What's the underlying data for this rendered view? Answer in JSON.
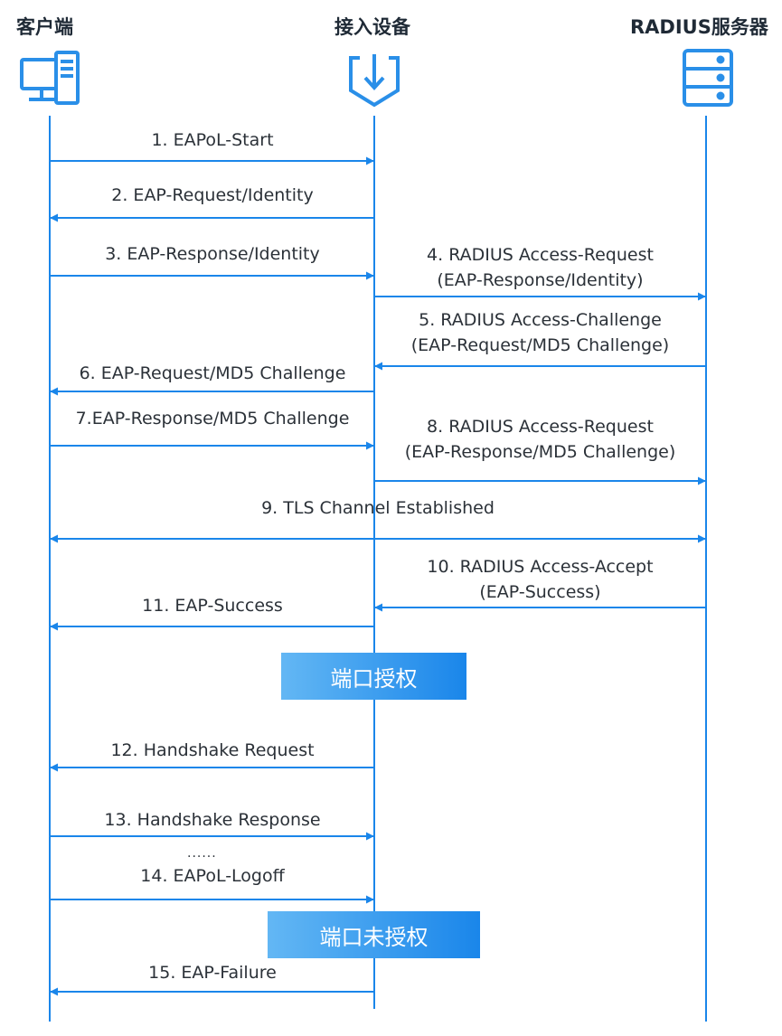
{
  "actors": {
    "client": {
      "label": "客户端",
      "icon": "computer-icon"
    },
    "access_device": {
      "label": "接入设备",
      "icon": "access-device-icon"
    },
    "radius_server": {
      "label": "RADIUS服务器",
      "icon": "server-icon"
    }
  },
  "messages": [
    {
      "id": "m1",
      "text": "1. EAPoL-Start"
    },
    {
      "id": "m2",
      "text": "2. EAP-Request/Identity"
    },
    {
      "id": "m3",
      "text": "3. EAP-Response/Identity"
    },
    {
      "id": "m4",
      "line1": "4. RADIUS Access-Request",
      "line2": "(EAP-Response/Identity)"
    },
    {
      "id": "m5",
      "line1": "5. RADIUS Access-Challenge",
      "line2": "(EAP-Request/MD5 Challenge)"
    },
    {
      "id": "m6",
      "text": "6. EAP-Request/MD5 Challenge"
    },
    {
      "id": "m7",
      "text": "7.EAP-Response/MD5 Challenge"
    },
    {
      "id": "m8",
      "line1": "8. RADIUS Access-Request",
      "line2": "(EAP-Response/MD5 Challenge)"
    },
    {
      "id": "m9",
      "text": "9. TLS Channel Established"
    },
    {
      "id": "m10",
      "line1": "10. RADIUS Access-Accept",
      "line2": "(EAP-Success)"
    },
    {
      "id": "m11",
      "text": "11. EAP-Success"
    },
    {
      "id": "m12",
      "text": "12. Handshake Request"
    },
    {
      "id": "m13",
      "text": "13. Handshake Response"
    },
    {
      "id": "m14",
      "text": "14. EAPoL-Logoff"
    },
    {
      "id": "m15",
      "text": "15. EAP-Failure"
    }
  ],
  "ellipsis": "......",
  "states": {
    "authorized": "端口授权",
    "unauthorized": "端口未授权"
  },
  "colors": {
    "line": "#1a86ea",
    "icon": "#2a8fe8",
    "box_start": "#63b7f4",
    "box_end": "#1a86ea"
  }
}
